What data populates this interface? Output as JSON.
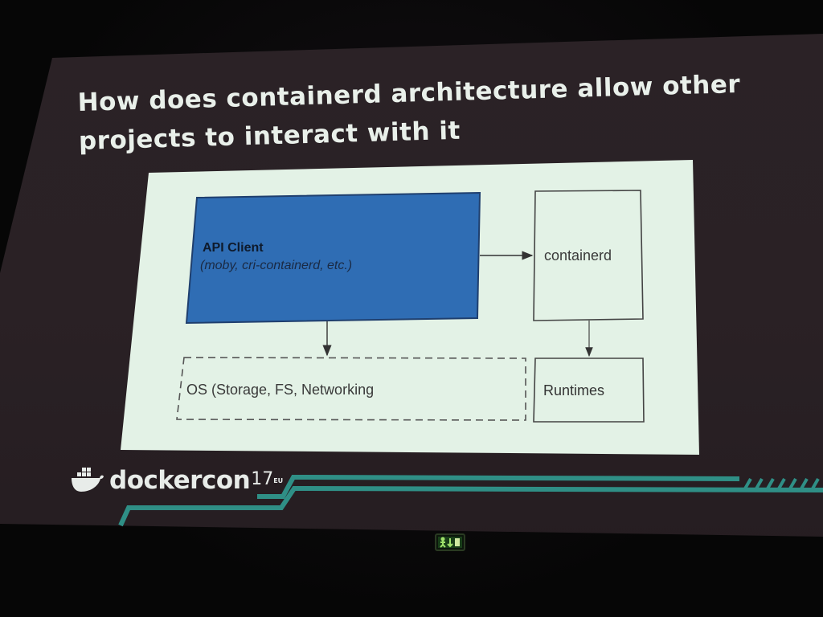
{
  "slide": {
    "title": "How does containerd architecture allow other projects to interact with it"
  },
  "diagram": {
    "api_client": {
      "title": "API Client",
      "subtitle": "(moby, cri-containerd, etc.)"
    },
    "containerd": {
      "label": "containerd"
    },
    "os": {
      "label": "OS (Storage, FS, Networking"
    },
    "runtimes": {
      "label": "Runtimes"
    }
  },
  "branding": {
    "name": "dockercon",
    "edition": "17",
    "region": "EU"
  },
  "colors": {
    "slide_background": "#2a2125",
    "diagram_background": "#e3f2e6",
    "api_client_fill": "#2f6db4",
    "accent_teal": "#2f8f86",
    "title_text": "#e9f0ea"
  },
  "icons": {
    "brand_logo": "docker-whale-icon",
    "exit_sign": "exit-sign-icon"
  }
}
